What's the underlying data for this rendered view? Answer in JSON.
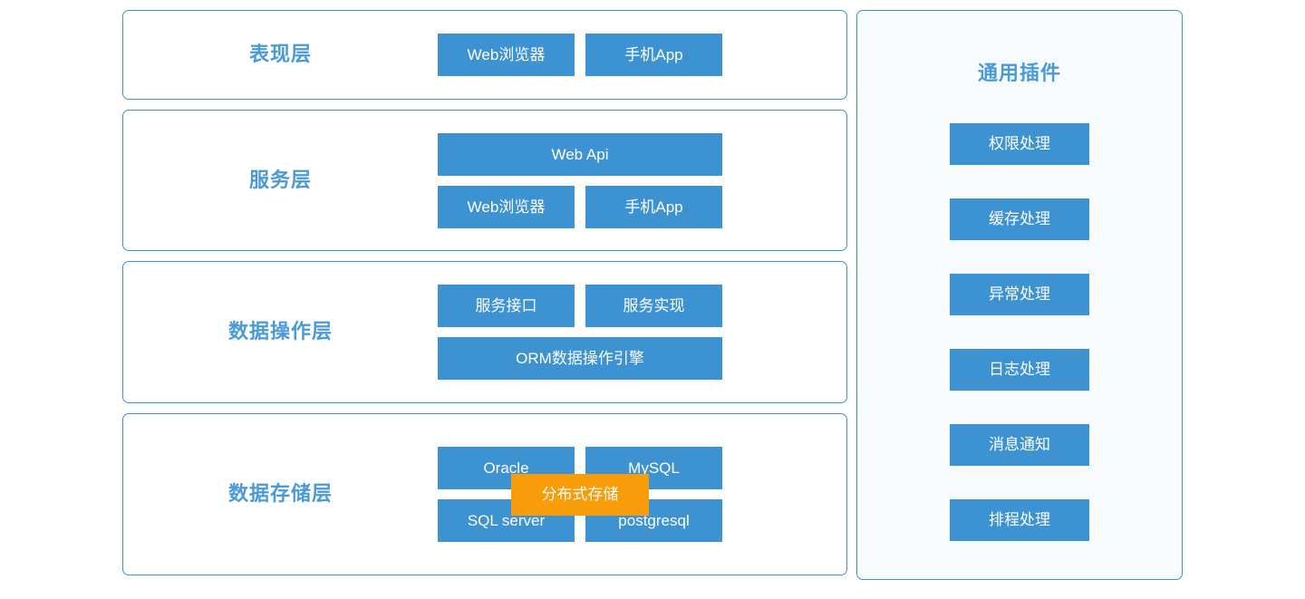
{
  "colors": {
    "primary_blue": "#3d92d1",
    "label_blue": "#4a9ad8",
    "accent_orange": "#f89c09",
    "panel_background": "#f7fbfd",
    "container_background": "#ffffff",
    "box_text": "#ffffff"
  },
  "layers": [
    {
      "label": "表现层",
      "rows": [
        {
          "boxes": [
            {
              "text": "Web浏览器",
              "size": "half"
            },
            {
              "text": "手机App",
              "size": "half"
            }
          ]
        }
      ]
    },
    {
      "label": "服务层",
      "rows": [
        {
          "boxes": [
            {
              "text": "Web Api",
              "size": "full"
            }
          ]
        },
        {
          "boxes": [
            {
              "text": "Web浏览器",
              "size": "half"
            },
            {
              "text": "手机App",
              "size": "half"
            }
          ]
        }
      ]
    },
    {
      "label": "数据操作层",
      "rows": [
        {
          "boxes": [
            {
              "text": "服务接口",
              "size": "half"
            },
            {
              "text": "服务实现",
              "size": "half"
            }
          ]
        },
        {
          "boxes": [
            {
              "text": "ORM数据操作引擎",
              "size": "full"
            }
          ]
        }
      ]
    },
    {
      "label": "数据存储层",
      "rows": [
        {
          "boxes": [
            {
              "text": "Oracle",
              "size": "half"
            },
            {
              "text": "MySQL",
              "size": "half"
            }
          ]
        },
        {
          "boxes": [
            {
              "text": "SQL server",
              "size": "half"
            },
            {
              "text": "postgresql",
              "size": "half"
            }
          ]
        }
      ],
      "overlay": {
        "text": "分布式存储"
      }
    }
  ],
  "plugin_panel": {
    "title": "通用插件",
    "items": [
      {
        "label": "权限处理"
      },
      {
        "label": "缓存处理"
      },
      {
        "label": "异常处理"
      },
      {
        "label": "日志处理"
      },
      {
        "label": "消息通知"
      },
      {
        "label": "排程处理"
      }
    ]
  }
}
